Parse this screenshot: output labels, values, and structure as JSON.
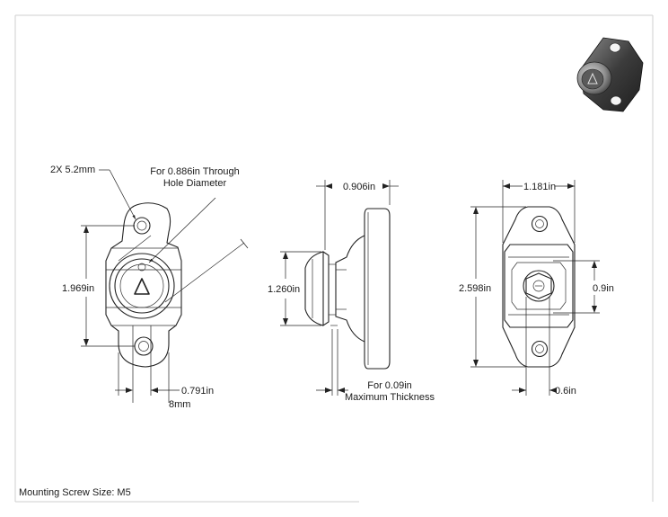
{
  "drawing": {
    "front_view": {
      "hole_callout": "2X 5.2mm",
      "through_hole_line1": "For 0.886in Through",
      "through_hole_line2": "Hole Diameter",
      "height_dim": "1.969in",
      "width_dim": "0.791in",
      "screw_dim": "8mm",
      "triangle_icon": "triangle-up-icon"
    },
    "side_view": {
      "depth_dim": "0.906in",
      "height_dim": "1.260in",
      "thickness_line1": "For 0.09in",
      "thickness_line2": "Maximum Thickness"
    },
    "rear_view": {
      "width_dim": "1.181in",
      "height_dim": "2.598in",
      "inner_height_dim": "0.9in",
      "inner_width_dim": "0.6in"
    },
    "footer_note": "Mounting Screw Size: M5"
  }
}
